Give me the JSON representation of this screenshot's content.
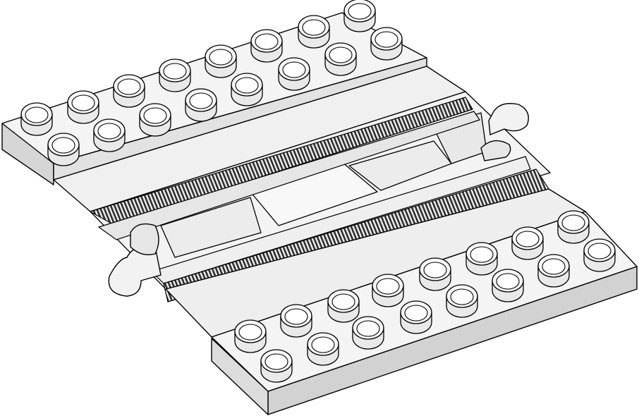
{
  "image": {
    "subject": "lego-duplo-railway-crossing-plate",
    "style": "technical-line-drawing",
    "background": "#ffffff",
    "colors": {
      "line": "#000000",
      "face_light": "#f2f2f2",
      "face_mid": "#e4e4e4",
      "face_dark": "#cfcfcf",
      "rail_rack": "#3a3a3a",
      "stud_body": "#e9e9e9",
      "stud_top": "#f7f7f7"
    },
    "studs": {
      "upper_plate": {
        "rows": 2,
        "columns": 8
      },
      "lower_plate": {
        "rows": 2,
        "columns": 8
      }
    },
    "rails": {
      "count": 2,
      "pattern": "rack-teeth"
    },
    "connectors": [
      "left-jigsaw-knob",
      "right-jigsaw-knob"
    ]
  }
}
